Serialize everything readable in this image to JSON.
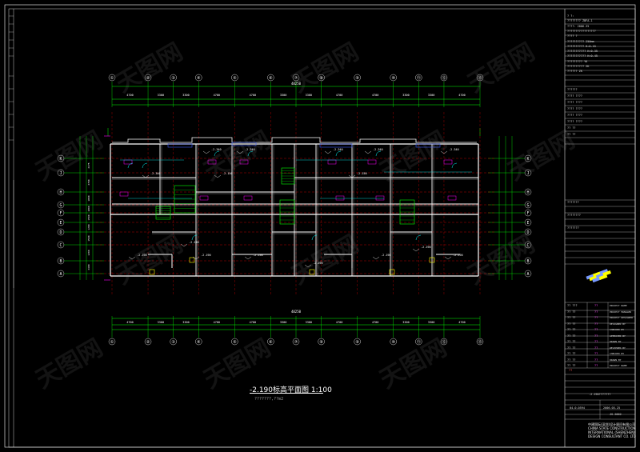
{
  "drawing": {
    "caption": "-2.190标高平面图 1:100",
    "sub_caption": "???????,??m2",
    "total_dim_top": "40250",
    "total_dim_bottom": "40250",
    "axis_labels_top": [
      "①",
      "②",
      "③",
      "④",
      "⑤",
      "⑥",
      "⑦",
      "⑧",
      "⑨",
      "⑩",
      "⑪",
      "⑫",
      "⑬"
    ],
    "axis_labels_bottom": [
      "①",
      "②",
      "③",
      "④",
      "⑤",
      "⑥",
      "⑦",
      "⑧",
      "⑨",
      "⑩",
      "⑪",
      "⑫",
      "⑬"
    ],
    "axis_labels_left": [
      "K",
      "J",
      "H",
      "G",
      "F",
      "E",
      "D",
      "C",
      "B",
      "A"
    ],
    "axis_labels_right": [
      "K",
      "J",
      "H",
      "G",
      "F",
      "E",
      "D",
      "C",
      "B",
      "A"
    ],
    "span_dims_top": [
      "4700",
      "3300",
      "3300",
      "4700",
      "4700",
      "3300",
      "3300",
      "4700",
      "4700",
      "3300",
      "3300",
      "4700"
    ],
    "span_dims_bottom": [
      "4700",
      "3300",
      "3300",
      "4700",
      "4700",
      "3300",
      "3300",
      "4700",
      "4700",
      "3300",
      "3300",
      "4700"
    ],
    "level_marks": [
      "-2.340",
      "-2.340",
      "-2.340",
      "-2.340",
      "-2.340",
      "-2.340",
      "-2.150",
      "-2.150",
      "-2.190",
      "-2.190",
      "-2.190",
      "-2.190",
      "-2.190",
      "-2.190",
      "-2.190",
      "-2.190"
    ],
    "row_dims_left": [
      "2275",
      "2700",
      "1800",
      "1800",
      "1500",
      "1200",
      "1500",
      "1200",
      "2400"
    ]
  },
  "title_block": {
    "project_rows": [
      "? ?:",
      "???????? ZBFA-1",
      "????: 2006-35",
      "?????????????????",
      "???? ?",
      "?????????? 250mm",
      "?????????? H=0.15",
      "??????????? H=0.35",
      "??????????? H=0.45",
      "????????? YK",
      "?????????? ZK",
      "?????? ZK"
    ],
    "legend_rows": [
      "??????",
      "???? ????",
      "???? ????",
      "???? ????",
      "???? ????",
      "???? ????",
      "?? ??",
      "?? ??"
    ],
    "notes_rows": [
      "???????",
      "????????",
      "???????"
    ],
    "sign_rows": [
      "?? ???",
      "?? ??",
      "?? ??",
      "?? ??",
      "?? ??",
      "?? ??",
      "?? ??",
      "?? ??",
      "?? ??",
      "?? ??",
      "?? ??"
    ],
    "sign_right": [
      "PROJECT NAME",
      "PROJECT MANAGER",
      "PROJECT DESIGNER",
      "DESIGNED BY",
      "CHECKED BY",
      "APPROVED BY",
      "DRAWN BY",
      "REVIEWED BY",
      "CHECKED BY",
      "DRAWN BY",
      "PROJECT NAME"
    ],
    "drawing_name_label": "??",
    "drawing_name": "-2.190???????",
    "sheet_no": "04-0-0594",
    "date": "2006.05.25",
    "sheet_code": "JS-2002",
    "company_cn": "中建国际(深圳)设计顾问有限公司",
    "company_en1": "CHINA STATE CONSTRUCTION",
    "company_en2": "INTERNATIONAL (SHENZHEN)",
    "company_en3": "DESIGN CONSULTANT CO. LTD"
  },
  "watermark": "天图网",
  "colors": {
    "background": "#000000",
    "axis": "#00ff00",
    "wall": "#ffffff",
    "dim": "#00ffff",
    "grid_red": "#ff0000",
    "text_yellow": "#ffff00",
    "magenta": "#ff00ff",
    "blue": "#3b5bff"
  }
}
